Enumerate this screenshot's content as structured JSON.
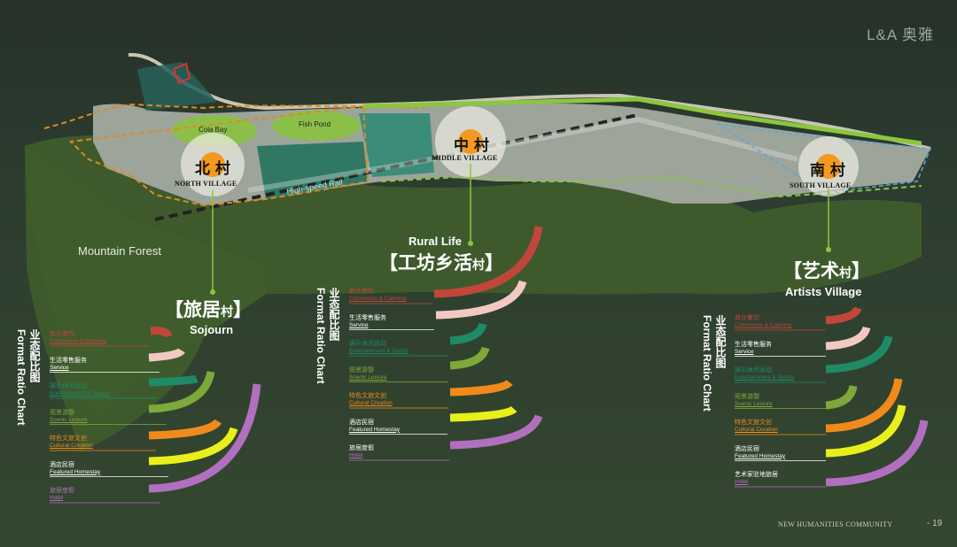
{
  "brand": {
    "logo": "L&A 奥雅"
  },
  "footer": {
    "text": "NEW HUMANITIES COMMUNITY",
    "page": "- 19"
  },
  "map": {
    "places": [
      "Cola Bay",
      "Fish Pond"
    ],
    "rail_label": "High-speed Rail",
    "forest_label": "Mountain Forest"
  },
  "villages": {
    "north": {
      "zh": "北 村",
      "en": "NORTH VILLAGE"
    },
    "middle": {
      "zh": "中 村",
      "en": "MIDDLE VILLAGE"
    },
    "south": {
      "zh": "南 村",
      "en": "SOUTH VILLAGE"
    }
  },
  "colors": {
    "commerce": "#c0463a",
    "service": "#f2c9c2",
    "entertainment": "#1f8a66",
    "scenic": "#7ea83a",
    "cultural": "#f08a1c",
    "homestay": "#e8ef1a",
    "hotel": "#b170bf",
    "green_line": "#8cc63e"
  },
  "panels": {
    "sojourn": {
      "vertical_zh": "业态配比图",
      "vertical_en": "Format Ratio Chart",
      "title_zh": "旅居",
      "title_small": "村",
      "title_en": "Sojourn",
      "items": [
        {
          "zh": "商业餐饮",
          "en": "Commerce & Catering",
          "key": "commerce"
        },
        {
          "zh": "生活零售服务",
          "en": "Service",
          "key": "service"
        },
        {
          "zh": "娱乐休闲运动",
          "en": "Entertainment & Sports",
          "key": "entertainment"
        },
        {
          "zh": "观景游憩",
          "en": "Scenic Leisure",
          "key": "scenic"
        },
        {
          "zh": "特色文旅文创",
          "en": "Cultural Creation",
          "key": "cultural"
        },
        {
          "zh": "酒店民宿",
          "en": "Featured Homestay",
          "key": "homestay"
        },
        {
          "zh": "旅居度假",
          "en": "Hotel",
          "key": "hotel"
        }
      ]
    },
    "rural": {
      "vertical_zh": "业态配比图",
      "vertical_en": "Format Ratio Chart",
      "title_zh": "工坊乡活",
      "title_small": "村",
      "title_en": "Rural Life",
      "items": [
        {
          "zh": "商业餐饮",
          "en": "Commerce & Catering",
          "key": "commerce"
        },
        {
          "zh": "生活零售服务",
          "en": "Service",
          "key": "service"
        },
        {
          "zh": "娱乐休闲运动",
          "en": "Entertainment & Sports",
          "key": "entertainment"
        },
        {
          "zh": "观景游憩",
          "en": "Scenic Leisure",
          "key": "scenic"
        },
        {
          "zh": "特色文旅文创",
          "en": "Cultural Creation",
          "key": "cultural"
        },
        {
          "zh": "酒店民宿",
          "en": "Featured Homestay",
          "key": "homestay"
        },
        {
          "zh": "旅居度假",
          "en": "Hotel",
          "key": "hotel"
        }
      ]
    },
    "artists": {
      "vertical_zh": "业态配比图",
      "vertical_en": "Format Ratio Chart",
      "title_zh": "艺术",
      "title_small": "村",
      "title_en": "Artists Village",
      "items": [
        {
          "zh": "商业餐饮",
          "en": "Commerce & Catering",
          "key": "commerce"
        },
        {
          "zh": "生活零售服务",
          "en": "Service",
          "key": "service"
        },
        {
          "zh": "娱乐休闲运动",
          "en": "Entertainment & Sports",
          "key": "entertainment"
        },
        {
          "zh": "观景游憩",
          "en": "Scenic Leisure",
          "key": "scenic"
        },
        {
          "zh": "特色文旅文创",
          "en": "Cultural Creation",
          "key": "cultural"
        },
        {
          "zh": "酒店民宿",
          "en": "Featured Homestay",
          "key": "homestay"
        },
        {
          "zh": "艺术家驻地旅居",
          "en": "Hotel",
          "key": "hotel"
        }
      ]
    }
  }
}
